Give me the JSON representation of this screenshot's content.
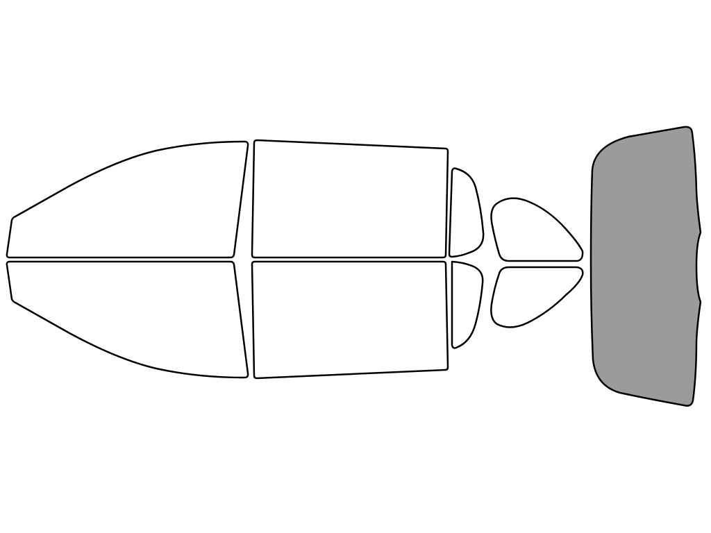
{
  "diagram": {
    "background": "#ffffff",
    "outline_color": "#000000",
    "unselected_fill": "#ffffff",
    "selected_fill": "#9b9b9b",
    "panes": [
      {
        "id": "front-left-door-window-upper",
        "selected": false
      },
      {
        "id": "front-left-door-window-lower",
        "selected": false
      },
      {
        "id": "rear-door-window-upper",
        "selected": false
      },
      {
        "id": "rear-door-window-lower",
        "selected": false
      },
      {
        "id": "rear-vent-window-upper",
        "selected": false
      },
      {
        "id": "rear-vent-window-lower",
        "selected": false
      },
      {
        "id": "quarter-window-upper",
        "selected": false
      },
      {
        "id": "quarter-window-lower",
        "selected": false
      },
      {
        "id": "rear-windshield",
        "selected": true
      }
    ]
  }
}
